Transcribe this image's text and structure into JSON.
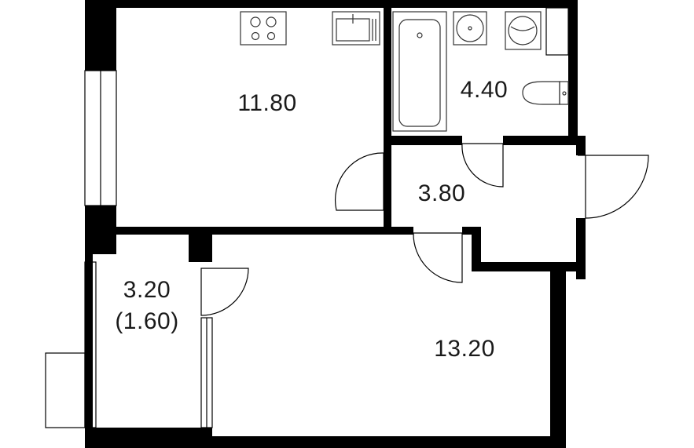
{
  "rooms": {
    "kitchen": {
      "area": "11.80"
    },
    "bathroom": {
      "area": "4.40"
    },
    "hallway": {
      "area": "3.80"
    },
    "balcony": {
      "area": "3.20",
      "area_reduced": "(1.60)"
    },
    "living_room": {
      "area": "13.20"
    }
  },
  "colors": {
    "wall": "#000000",
    "background": "#ffffff",
    "text": "#1a1a1a"
  }
}
